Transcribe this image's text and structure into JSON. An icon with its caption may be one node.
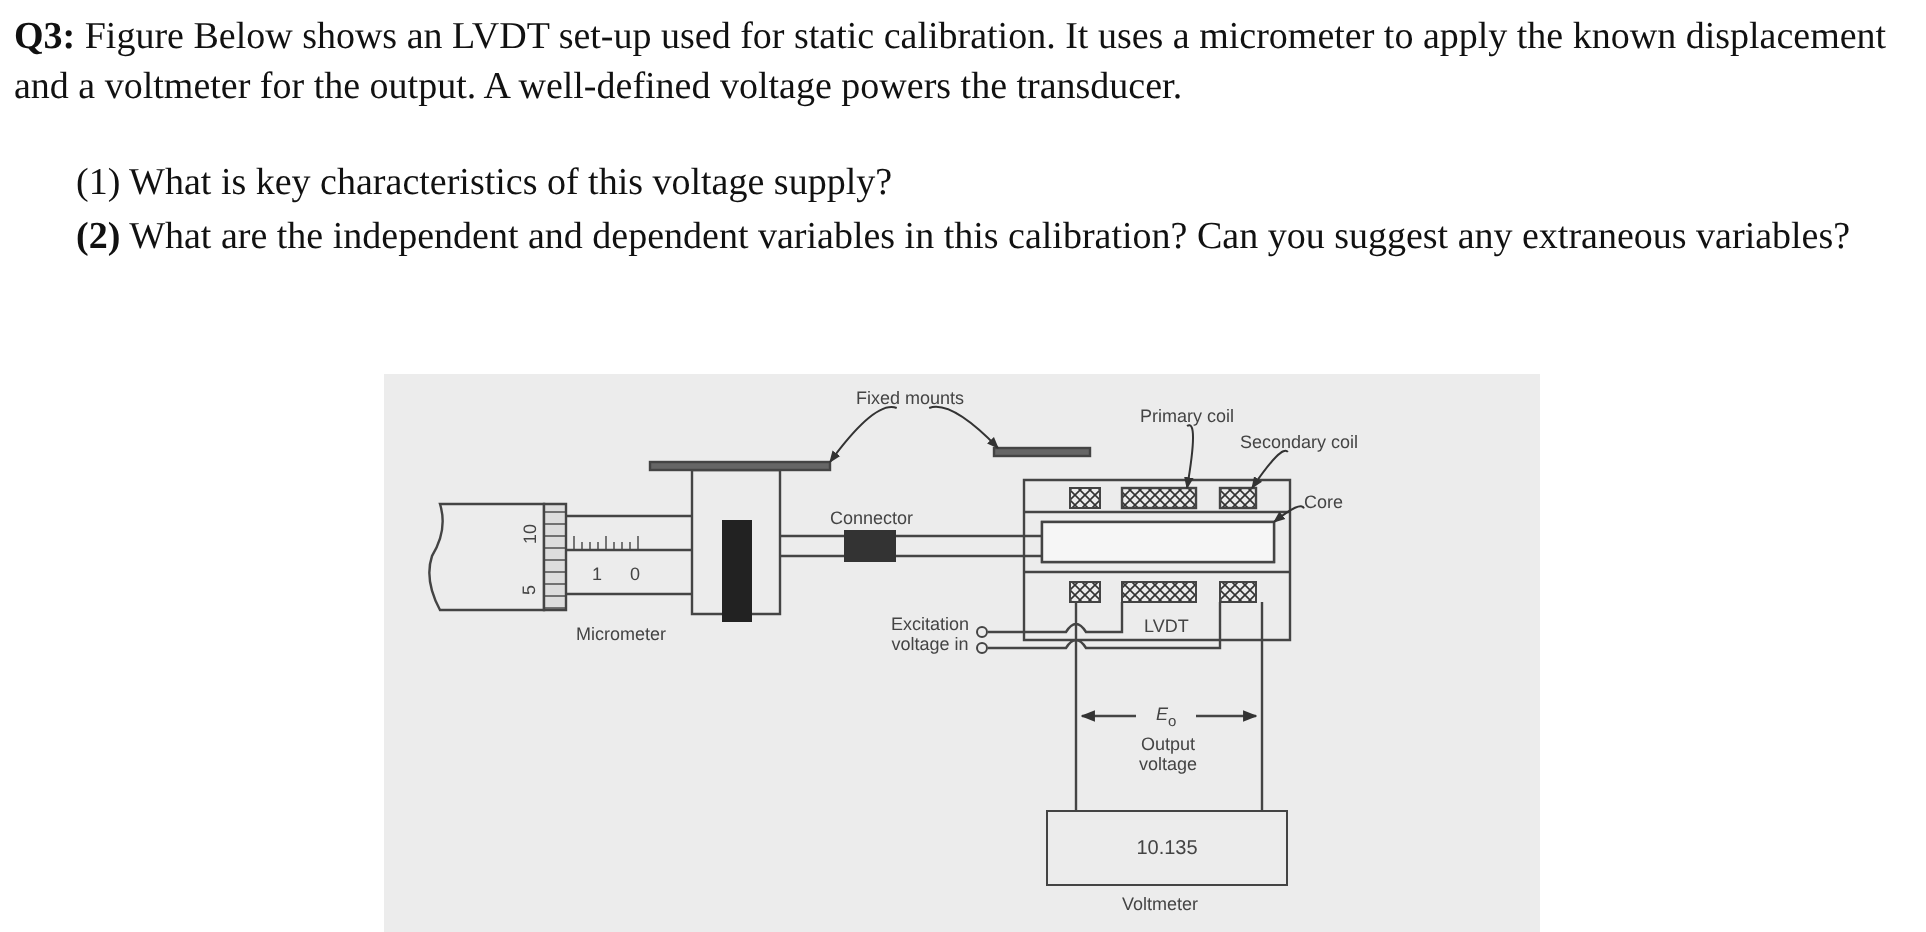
{
  "diagram": {
    "nodes": [
      {
        "text": [
          "Fixed mounts"
        ]
      },
      {
        "text": [],
        "shape": "bar"
      },
      {
        "text": [],
        "shape": "bar"
      },
      {
        "text": [
          "Primary coil"
        ]
      },
      {
        "text": [],
        "shape": "box"
      },
      {
        "text": [
          "Secondary coil"
        ]
      },
      {
        "text": [],
        "shape": "box"
      },
      {
        "text": [
          "Core"
        ]
      },
      {
        "text": [],
        "shape": "bar"
      },
      {
        "text": [
          "10.135"
        ],
        "beside": [
          "Voltmeter"
        ]
      }
    ],
    "edges": [
      {
        "from": 0,
        "to": 1,
        "arrow": "to"
      },
      {
        "from": 0,
        "to": 2,
        "arrow": "to"
      },
      {
        "from": 3,
        "to": 4,
        "arrow": "to"
      },
      {
        "from": 5,
        "to": 6,
        "arrow": "to"
      },
      {
        "from": 7,
        "to": 8,
        "arrow": "to"
      }
    ],
    "labels": [
      "**Q3:** Figure Below shows an LVDT set-up used for static calibration. It uses a micrometer to apply the known displacement and a voltmeter for the output. A well-defined voltage powers the transducer.",
      "(1) What is key characteristics of this voltage supply?",
      "**(2)** What are the independent and dependent variables in this calibration? Can you suggest any extraneous variables?",
      "10",
      "5",
      "1",
      "0",
      "Micrometer",
      "Connector",
      "Excitation voltage in",
      "LVDT",
      "*E*$_{o}$",
      "Output voltage"
    ]
  }
}
